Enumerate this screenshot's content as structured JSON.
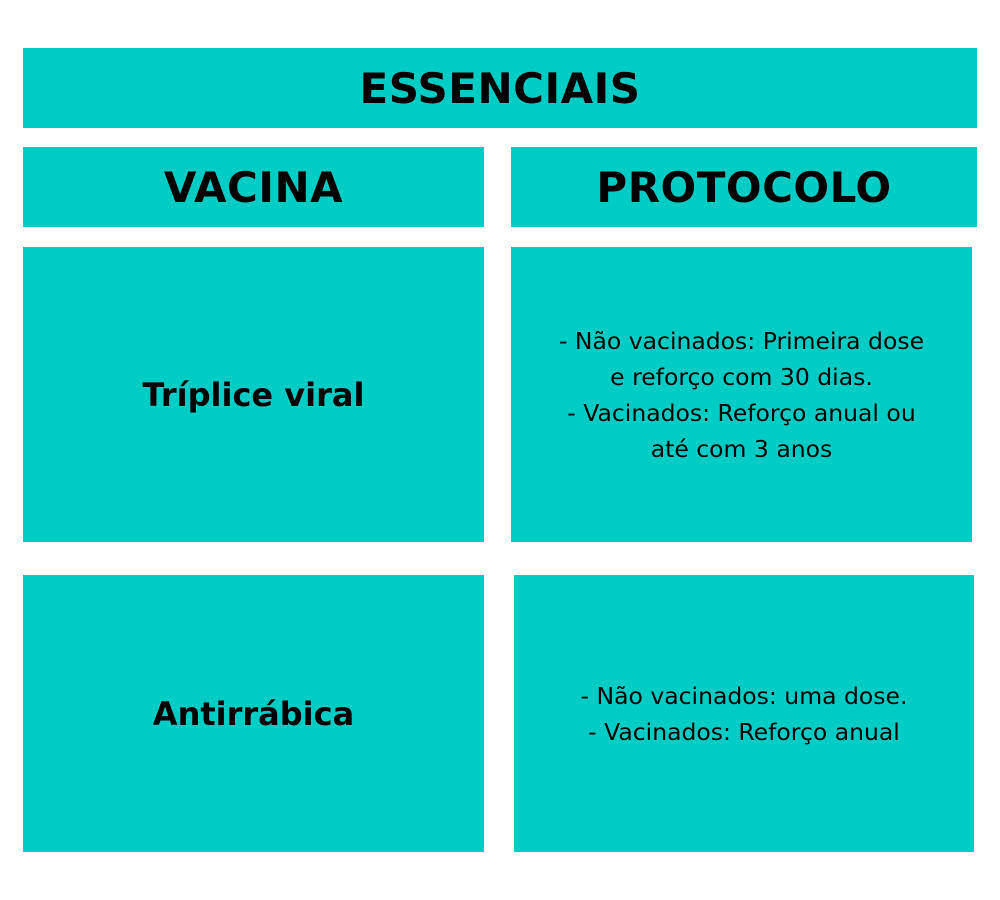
{
  "title": "ESSENCIAIS",
  "columns": {
    "vaccine_header": "VACINA",
    "protocol_header": "PROTOCOLO"
  },
  "rows": [
    {
      "vaccine": "Tríplice viral",
      "protocol_lines": [
        "- Não vacinados: Primeira dose",
        "e reforço com 30 dias.",
        "- Vacinados: Reforço anual ou",
        "até com 3 anos"
      ]
    },
    {
      "vaccine": "Antirrábica",
      "protocol_lines": [
        "- Não vacinados: uma dose.",
        "- Vacinados: Reforço anual"
      ]
    }
  ],
  "colors": {
    "box_background": "#00ccc6",
    "text": "#000000",
    "page_background": "#ffffff"
  }
}
